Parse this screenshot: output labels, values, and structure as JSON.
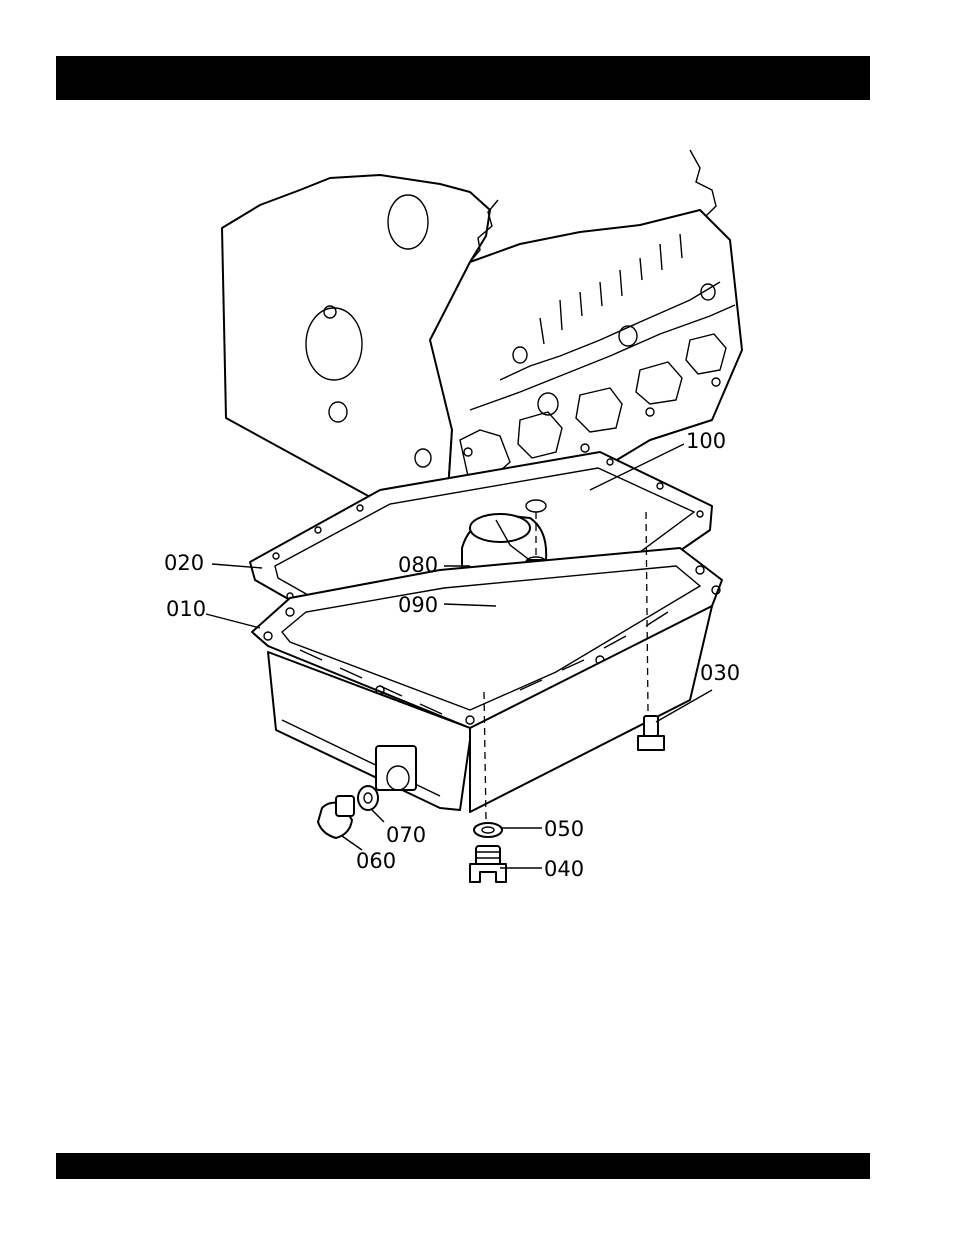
{
  "header": {
    "title": ""
  },
  "footer": {
    "text": ""
  },
  "diagram": {
    "labels": {
      "p010": "010",
      "p020": "020",
      "p030": "030",
      "p040": "040",
      "p050": "050",
      "p060": "060",
      "p070": "070",
      "p080": "080",
      "p090": "090",
      "p100": "100"
    }
  },
  "colors": {
    "bar": "#000000",
    "background": "#ffffff",
    "ink": "#000000"
  }
}
